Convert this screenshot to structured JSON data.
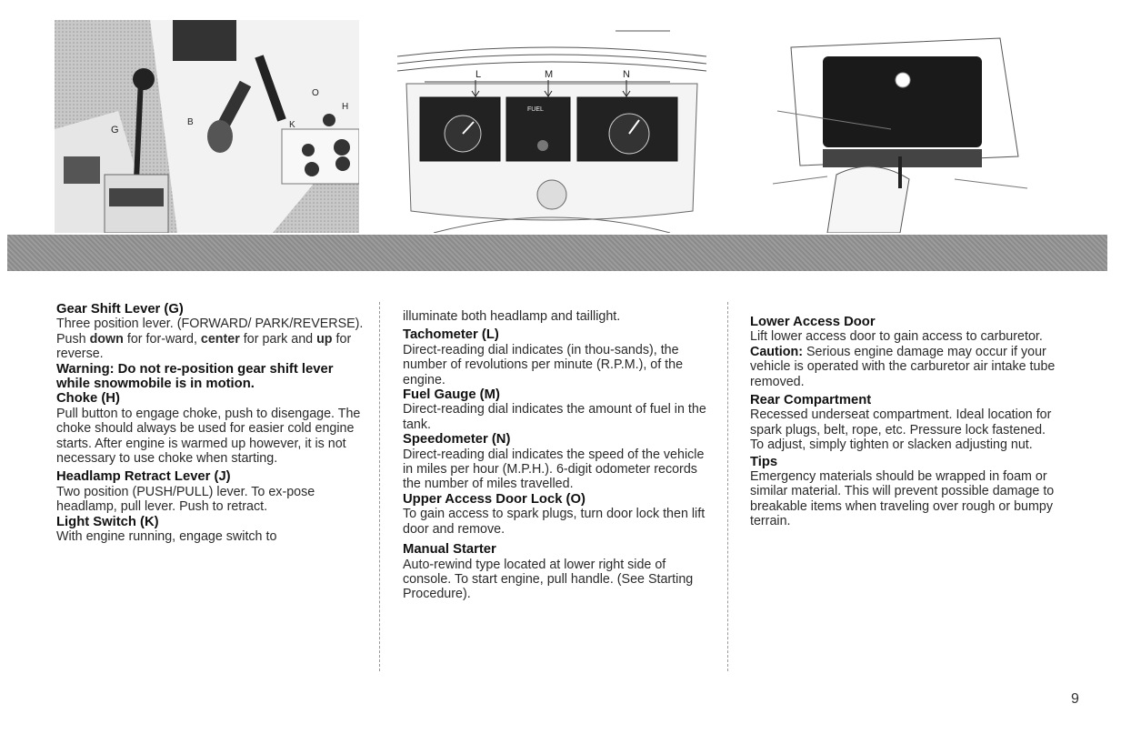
{
  "illustrations": {
    "controls": {
      "labels": [
        "G",
        "B",
        "K",
        "O",
        "H"
      ]
    },
    "gauges": {
      "labels": [
        "L",
        "M",
        "N"
      ],
      "fuel_label": "FUEL"
    },
    "access_door": {}
  },
  "column1": {
    "gear": {
      "heading": "Gear Shift Lever (G)",
      "t1": "Three position lever. (FORWARD/ PARK/REVERSE). Push ",
      "b1": "down",
      "t2": " for for-ward, ",
      "b2": "center",
      "t3": " for park and ",
      "b3": "up",
      "t4": " for reverse.",
      "warning": "Warning: Do not re-position gear shift lever while snowmobile is in motion."
    },
    "choke": {
      "heading": "Choke (H)",
      "body": "Pull button to engage choke, push to disengage. The choke should always be used for easier cold engine starts. After engine is warmed up however, it is not necessary to use choke when starting."
    },
    "headlamp": {
      "heading": "Headlamp Retract Lever (J)",
      "body": "Two position (PUSH/PULL) lever. To ex-pose headlamp, pull lever. Push to retract."
    },
    "light": {
      "heading": "Light Switch (K)",
      "body": "With engine running, engage switch to"
    }
  },
  "column2": {
    "continued": "illuminate both headlamp and taillight.",
    "tach": {
      "heading": "Tachometer (L)",
      "body": "Direct-reading dial indicates (in thou-sands), the number of revolutions per minute (R.P.M.), of the engine."
    },
    "fuel": {
      "heading": "Fuel Gauge (M)",
      "body": "Direct-reading dial indicates the amount of fuel in the tank."
    },
    "speedo": {
      "heading": "Speedometer (N)",
      "body": "Direct-reading dial indicates the speed of the vehicle in miles per hour (M.P.H.). 6-digit odometer records the number of miles travelled."
    },
    "upper": {
      "heading": "Upper Access Door Lock (O)",
      "body": "To gain access to spark plugs, turn door lock then lift door and remove."
    },
    "starter": {
      "heading": "Manual Starter",
      "body": "Auto-rewind type located at lower right side of console. To start engine, pull handle. (See Starting Procedure)."
    }
  },
  "column3": {
    "lower": {
      "heading": "Lower Access Door",
      "body": "Lift lower access door to gain access to carburetor.",
      "caution_label": "Caution:",
      "caution_body": " Serious engine damage may occur if your vehicle is operated with the carburetor air intake tube removed."
    },
    "rear": {
      "heading": "Rear Compartment",
      "body": "Recessed underseat compartment. Ideal location for spark plugs, belt, rope, etc. Pressure lock fastened. To adjust, simply tighten or slacken adjusting nut."
    },
    "tips": {
      "heading": "Tips",
      "body": "Emergency materials should be wrapped in foam or similar material. This will prevent possible damage to breakable items when traveling over rough or bumpy terrain."
    }
  },
  "page_number": "9"
}
